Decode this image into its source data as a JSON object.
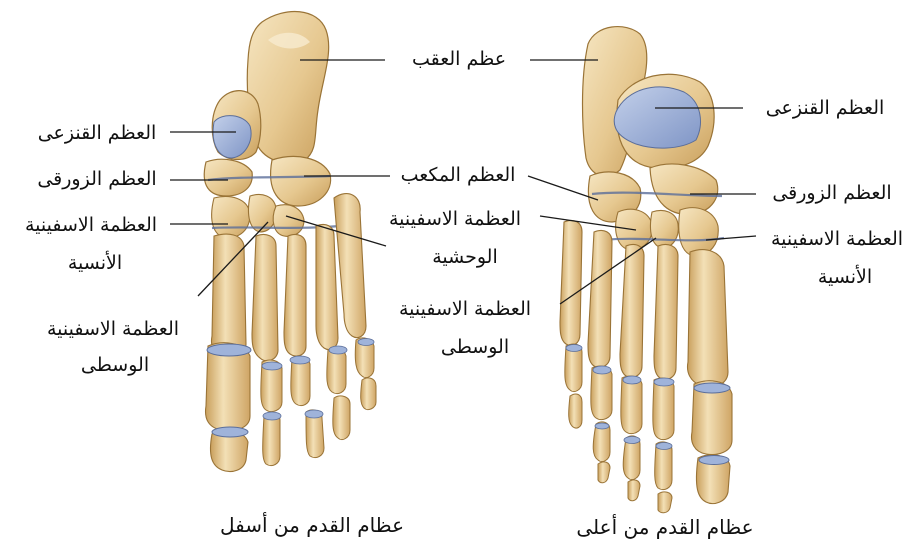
{
  "colors": {
    "bone": "#e9cf9c",
    "bone_shadow": "#c99f5c",
    "bone_dark": "#9a7437",
    "cartilage_blue": "#9fb3da",
    "joint_line": "#5b6e9a",
    "leader_line": "#1a1a1a"
  },
  "left_foot": {
    "caption": "عظام القدم من أسفل",
    "labels": {
      "talus": "العظم القنزعى",
      "navicular": "العظم الزورقى",
      "medial_cuneiform_l1": "العظمة الاسفينية",
      "medial_cuneiform_l2": "الأنسية",
      "intermediate_cuneiform_l1": "العظمة الاسفينية",
      "intermediate_cuneiform_l2": "الوسطى"
    }
  },
  "center_labels": {
    "calcaneus": "عظم العقب",
    "cuboid": "العظم المكعب",
    "lateral_cuneiform_l1": "العظمة الاسفينية",
    "lateral_cuneiform_l2": "الوحشية",
    "intermediate_cuneiform_l1": "العظمة الاسفينية",
    "intermediate_cuneiform_l2": "الوسطى"
  },
  "right_foot": {
    "caption": "عظام القدم من أعلى",
    "labels": {
      "talus": "العظم القنزعى",
      "navicular": "العظم الزورقى",
      "medial_cuneiform_l1": "العظمة الاسفينية",
      "medial_cuneiform_l2": "الأنسية"
    }
  },
  "icons": {
    "left_foot_illustration": "foot-bones-plantar-view",
    "right_foot_illustration": "foot-bones-dorsal-view"
  }
}
